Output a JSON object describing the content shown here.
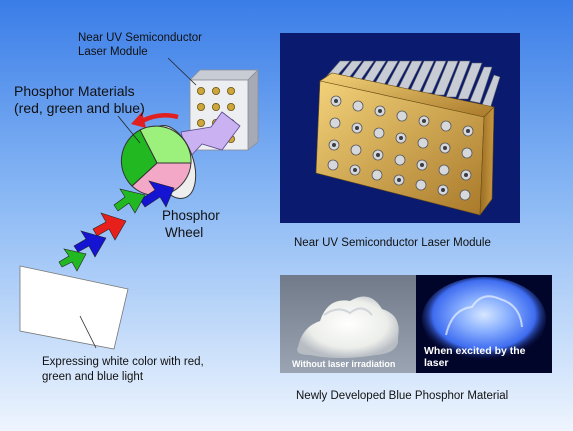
{
  "labels": {
    "laser_module_line1": "Near UV Semiconductor",
    "laser_module_line2": "Laser Module",
    "phosphor_materials_line1": "Phosphor Materials",
    "phosphor_materials_line2": "(red, green and blue)",
    "phosphor_wheel_line1": "Phosphor",
    "phosphor_wheel_line2": "Wheel",
    "white_color_line1": "Expressing white color with red,",
    "white_color_line2": "green and blue light"
  },
  "photos": {
    "module_caption": "Near UV Semiconductor Laser Module",
    "without_irradiation": "Without laser irradiation",
    "when_excited": "When excited by the laser",
    "phosphor_caption": "Newly Developed Blue Phosphor Material"
  },
  "colors": {
    "red": "#e8201c",
    "green": "#22b822",
    "blue": "#1414d2",
    "pink": "#f4a8c8",
    "light_green": "#9cf07c",
    "lavender": "#c9b1f2",
    "rotation_arrow": "#e02020",
    "glow": "#5a8cff"
  }
}
